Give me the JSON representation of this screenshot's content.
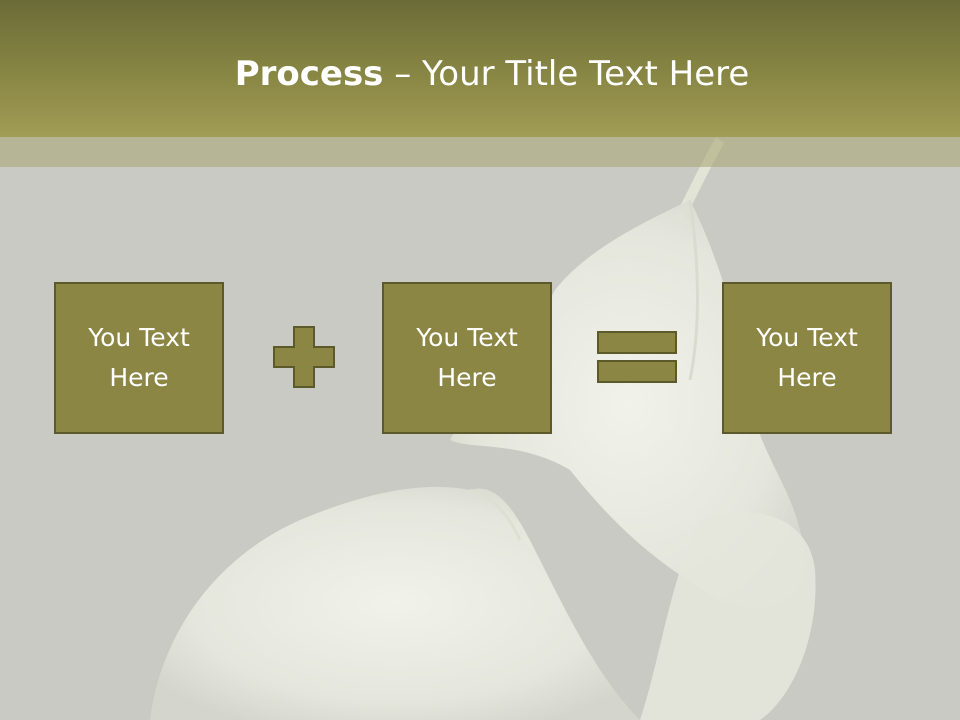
{
  "title": {
    "bold": "Process",
    "rest": " – Your Title Text Here"
  },
  "boxes": [
    {
      "line1": "You Text",
      "line2": "Here"
    },
    {
      "line1": "You Text",
      "line2": "Here"
    },
    {
      "line1": "You Text",
      "line2": "Here"
    }
  ],
  "operators": [
    "plus-icon",
    "equals-icon"
  ],
  "colors": {
    "header": "#868442",
    "box_fill": "#8c8644",
    "box_border": "#5c5a2a",
    "background": "#c9cac4"
  }
}
